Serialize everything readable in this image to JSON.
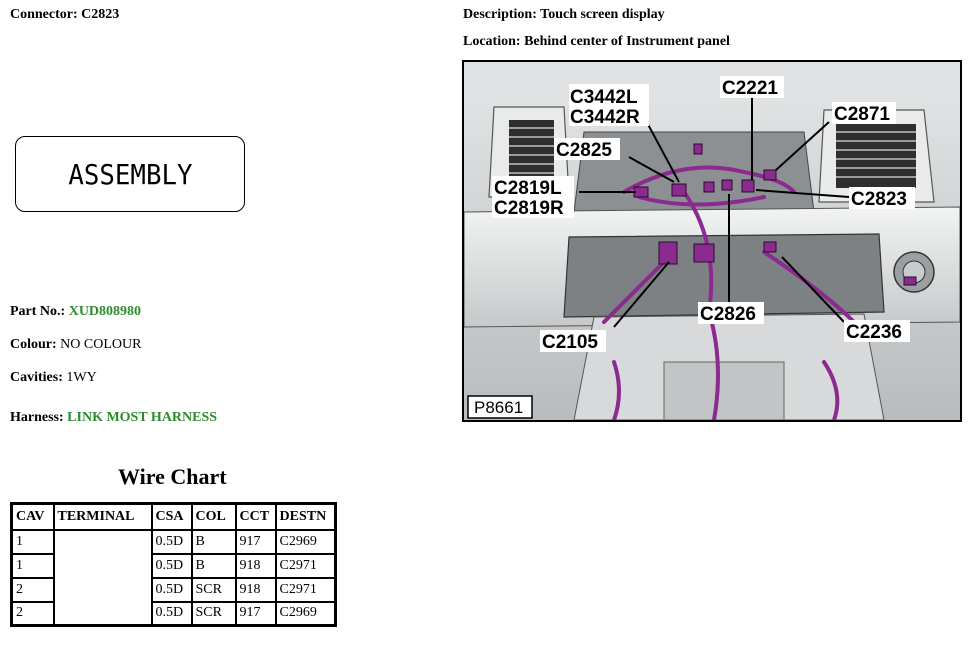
{
  "connector": {
    "label": "Connector:",
    "value": "C2823"
  },
  "description": {
    "label": "Description:",
    "value": "Touch screen display"
  },
  "location": {
    "label": "Location:",
    "value": "Behind center of Instrument panel"
  },
  "assembly_text": "ASSEMBLY",
  "part_no": {
    "label": "Part No.:",
    "value": "XUD808980"
  },
  "colour": {
    "label": "Colour:",
    "value": "NO COLOUR"
  },
  "cavities": {
    "label": "Cavities:",
    "value": "1WY"
  },
  "harness": {
    "label": "Harness:",
    "value": "LINK MOST HARNESS"
  },
  "accent_color": "#2e8b2e",
  "wire_chart": {
    "title": "Wire Chart",
    "headers": [
      "CAV",
      "TERMINAL",
      "CSA",
      "COL",
      "CCT",
      "DESTN"
    ],
    "rows": [
      {
        "cav": "1",
        "terminal": "",
        "csa": "0.5D",
        "col": "B",
        "cct": "917",
        "destn": "C2969"
      },
      {
        "cav": "1",
        "terminal": "",
        "csa": "0.5D",
        "col": "B",
        "cct": "918",
        "destn": "C2971"
      },
      {
        "cav": "2",
        "terminal": "",
        "csa": "0.5D",
        "col": "SCR",
        "cct": "918",
        "destn": "C2971"
      },
      {
        "cav": "2",
        "terminal": "",
        "csa": "0.5D",
        "col": "SCR",
        "cct": "917",
        "destn": "C2969"
      }
    ]
  },
  "diagram": {
    "figure_id": "P8661",
    "harness_color": "#8b2a8f",
    "callouts": {
      "c3442l": "C3442L",
      "c3442r": "C3442R",
      "c2221": "C2221",
      "c2871": "C2871",
      "c2825": "C2825",
      "c2819l": "C2819L",
      "c2819r": "C2819R",
      "c2823": "C2823",
      "c2826": "C2826",
      "c2105": "C2105",
      "c2236": "C2236"
    }
  }
}
